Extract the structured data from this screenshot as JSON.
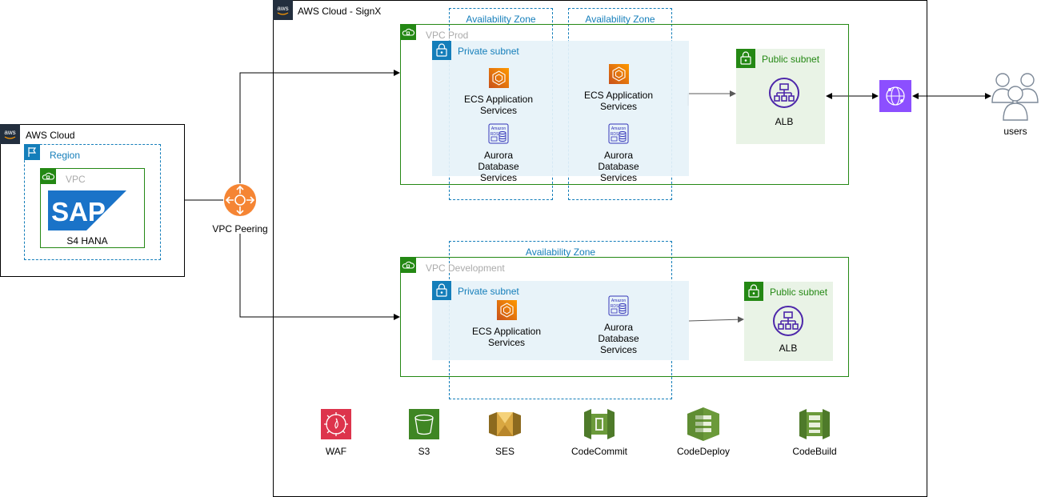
{
  "colors": {
    "cloud_border": "#000000",
    "region_blue": "#147EBA",
    "vpc_green": "#248814",
    "az_blue": "#147EBA",
    "private_fill": "#E6F2F8",
    "public_fill": "#E9F3E6",
    "ecs_orange": "#ED7100",
    "rds_blue": "#3334B9",
    "alb_purple": "#4D27AA",
    "cloudfront_purple": "#8C4FFF",
    "peering_orange": "#F58534",
    "waf_red": "#DD344C",
    "s3_green": "#3F8624",
    "ses_gold": "#D9A741",
    "devtools_green": "#6B9A3A",
    "users_gray": "#7D8998"
  },
  "left_cloud": {
    "title": "AWS Cloud",
    "region": "Region",
    "vpc": "VPC",
    "sap_logo_text": "SAP",
    "sap_label": "S4 HANA"
  },
  "peering": {
    "label": "VPC Peering"
  },
  "main_cloud": {
    "title": "AWS Cloud - SignX",
    "prod": {
      "vpc_label": "VPC Prod",
      "az1": "Availability Zone",
      "az2": "Availability Zone",
      "private_subnet": "Private subnet",
      "ecs1": [
        "ECS Application",
        "Services"
      ],
      "ecs2": [
        "ECS Application",
        "Services"
      ],
      "rds1": [
        "Aurora",
        "Database",
        "Services"
      ],
      "rds2": [
        "Aurora",
        "Database",
        "Services"
      ],
      "public_subnet": "Public subnet",
      "alb": "ALB"
    },
    "dev": {
      "vpc_label": "VPC Development",
      "az": "Availability Zone",
      "private_subnet": "Private subnet",
      "ecs": [
        "ECS Application",
        "Services"
      ],
      "rds": [
        "Aurora",
        "Database",
        "Services"
      ],
      "public_subnet": "Public subnet",
      "alb": "ALB"
    },
    "services": [
      {
        "icon": "waf-icon",
        "label": "WAF"
      },
      {
        "icon": "s3-icon",
        "label": "S3"
      },
      {
        "icon": "ses-icon",
        "label": "SES"
      },
      {
        "icon": "codecommit-icon",
        "label": "CodeCommit"
      },
      {
        "icon": "codedeploy-icon",
        "label": "CodeDeploy"
      },
      {
        "icon": "codebuild-icon",
        "label": "CodeBuild"
      }
    ]
  },
  "users": {
    "label": "users"
  },
  "rds_badge_text": [
    "Amazon",
    "RDS"
  ]
}
